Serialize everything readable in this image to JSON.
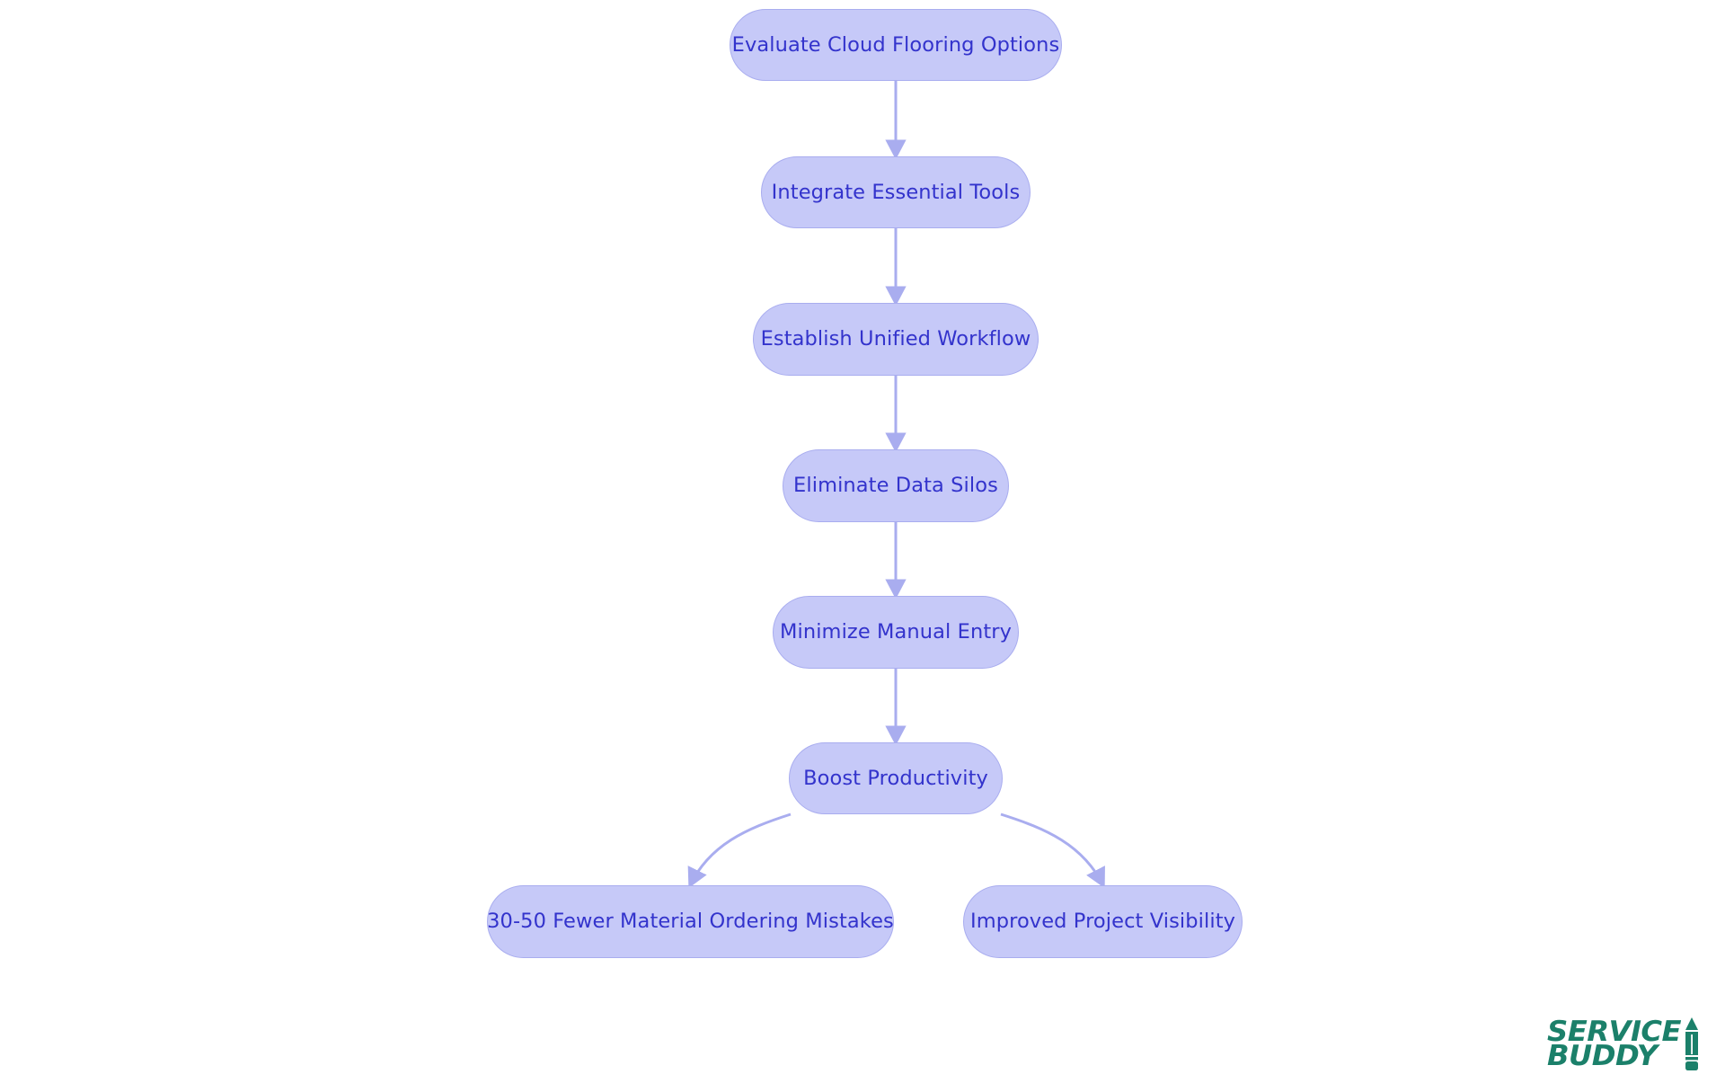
{
  "diagram": {
    "type": "flowchart",
    "orientation": "top-to-bottom",
    "background_color": "#ffffff",
    "node_fill_color": "#c6c9f8",
    "node_border_color": "#a9adef",
    "node_text_color": "#3333cc",
    "edge_color": "#a9adef",
    "nodes": [
      {
        "id": "n1",
        "label": "Evaluate Cloud Flooring Options"
      },
      {
        "id": "n2",
        "label": "Integrate Essential Tools"
      },
      {
        "id": "n3",
        "label": "Establish Unified Workflow"
      },
      {
        "id": "n4",
        "label": "Eliminate Data Silos"
      },
      {
        "id": "n5",
        "label": "Minimize Manual Entry"
      },
      {
        "id": "n6",
        "label": "Boost Productivity"
      },
      {
        "id": "n7",
        "label": "30-50 Fewer Material Ordering Mistakes"
      },
      {
        "id": "n8",
        "label": "Improved Project Visibility"
      }
    ],
    "edges": [
      {
        "from": "n1",
        "to": "n2",
        "style": "straight-arrow"
      },
      {
        "from": "n2",
        "to": "n3",
        "style": "straight-arrow"
      },
      {
        "from": "n3",
        "to": "n4",
        "style": "straight-arrow"
      },
      {
        "from": "n4",
        "to": "n5",
        "style": "straight-arrow"
      },
      {
        "from": "n5",
        "to": "n6",
        "style": "straight-arrow"
      },
      {
        "from": "n6",
        "to": "n7",
        "style": "curved-arrow"
      },
      {
        "from": "n6",
        "to": "n8",
        "style": "curved-arrow"
      }
    ]
  },
  "branding": {
    "logo_line_1": "SERVICE",
    "logo_line_2": "BUDDY",
    "logo_color": "#1b806a",
    "logo_icon": "pencil-icon"
  }
}
